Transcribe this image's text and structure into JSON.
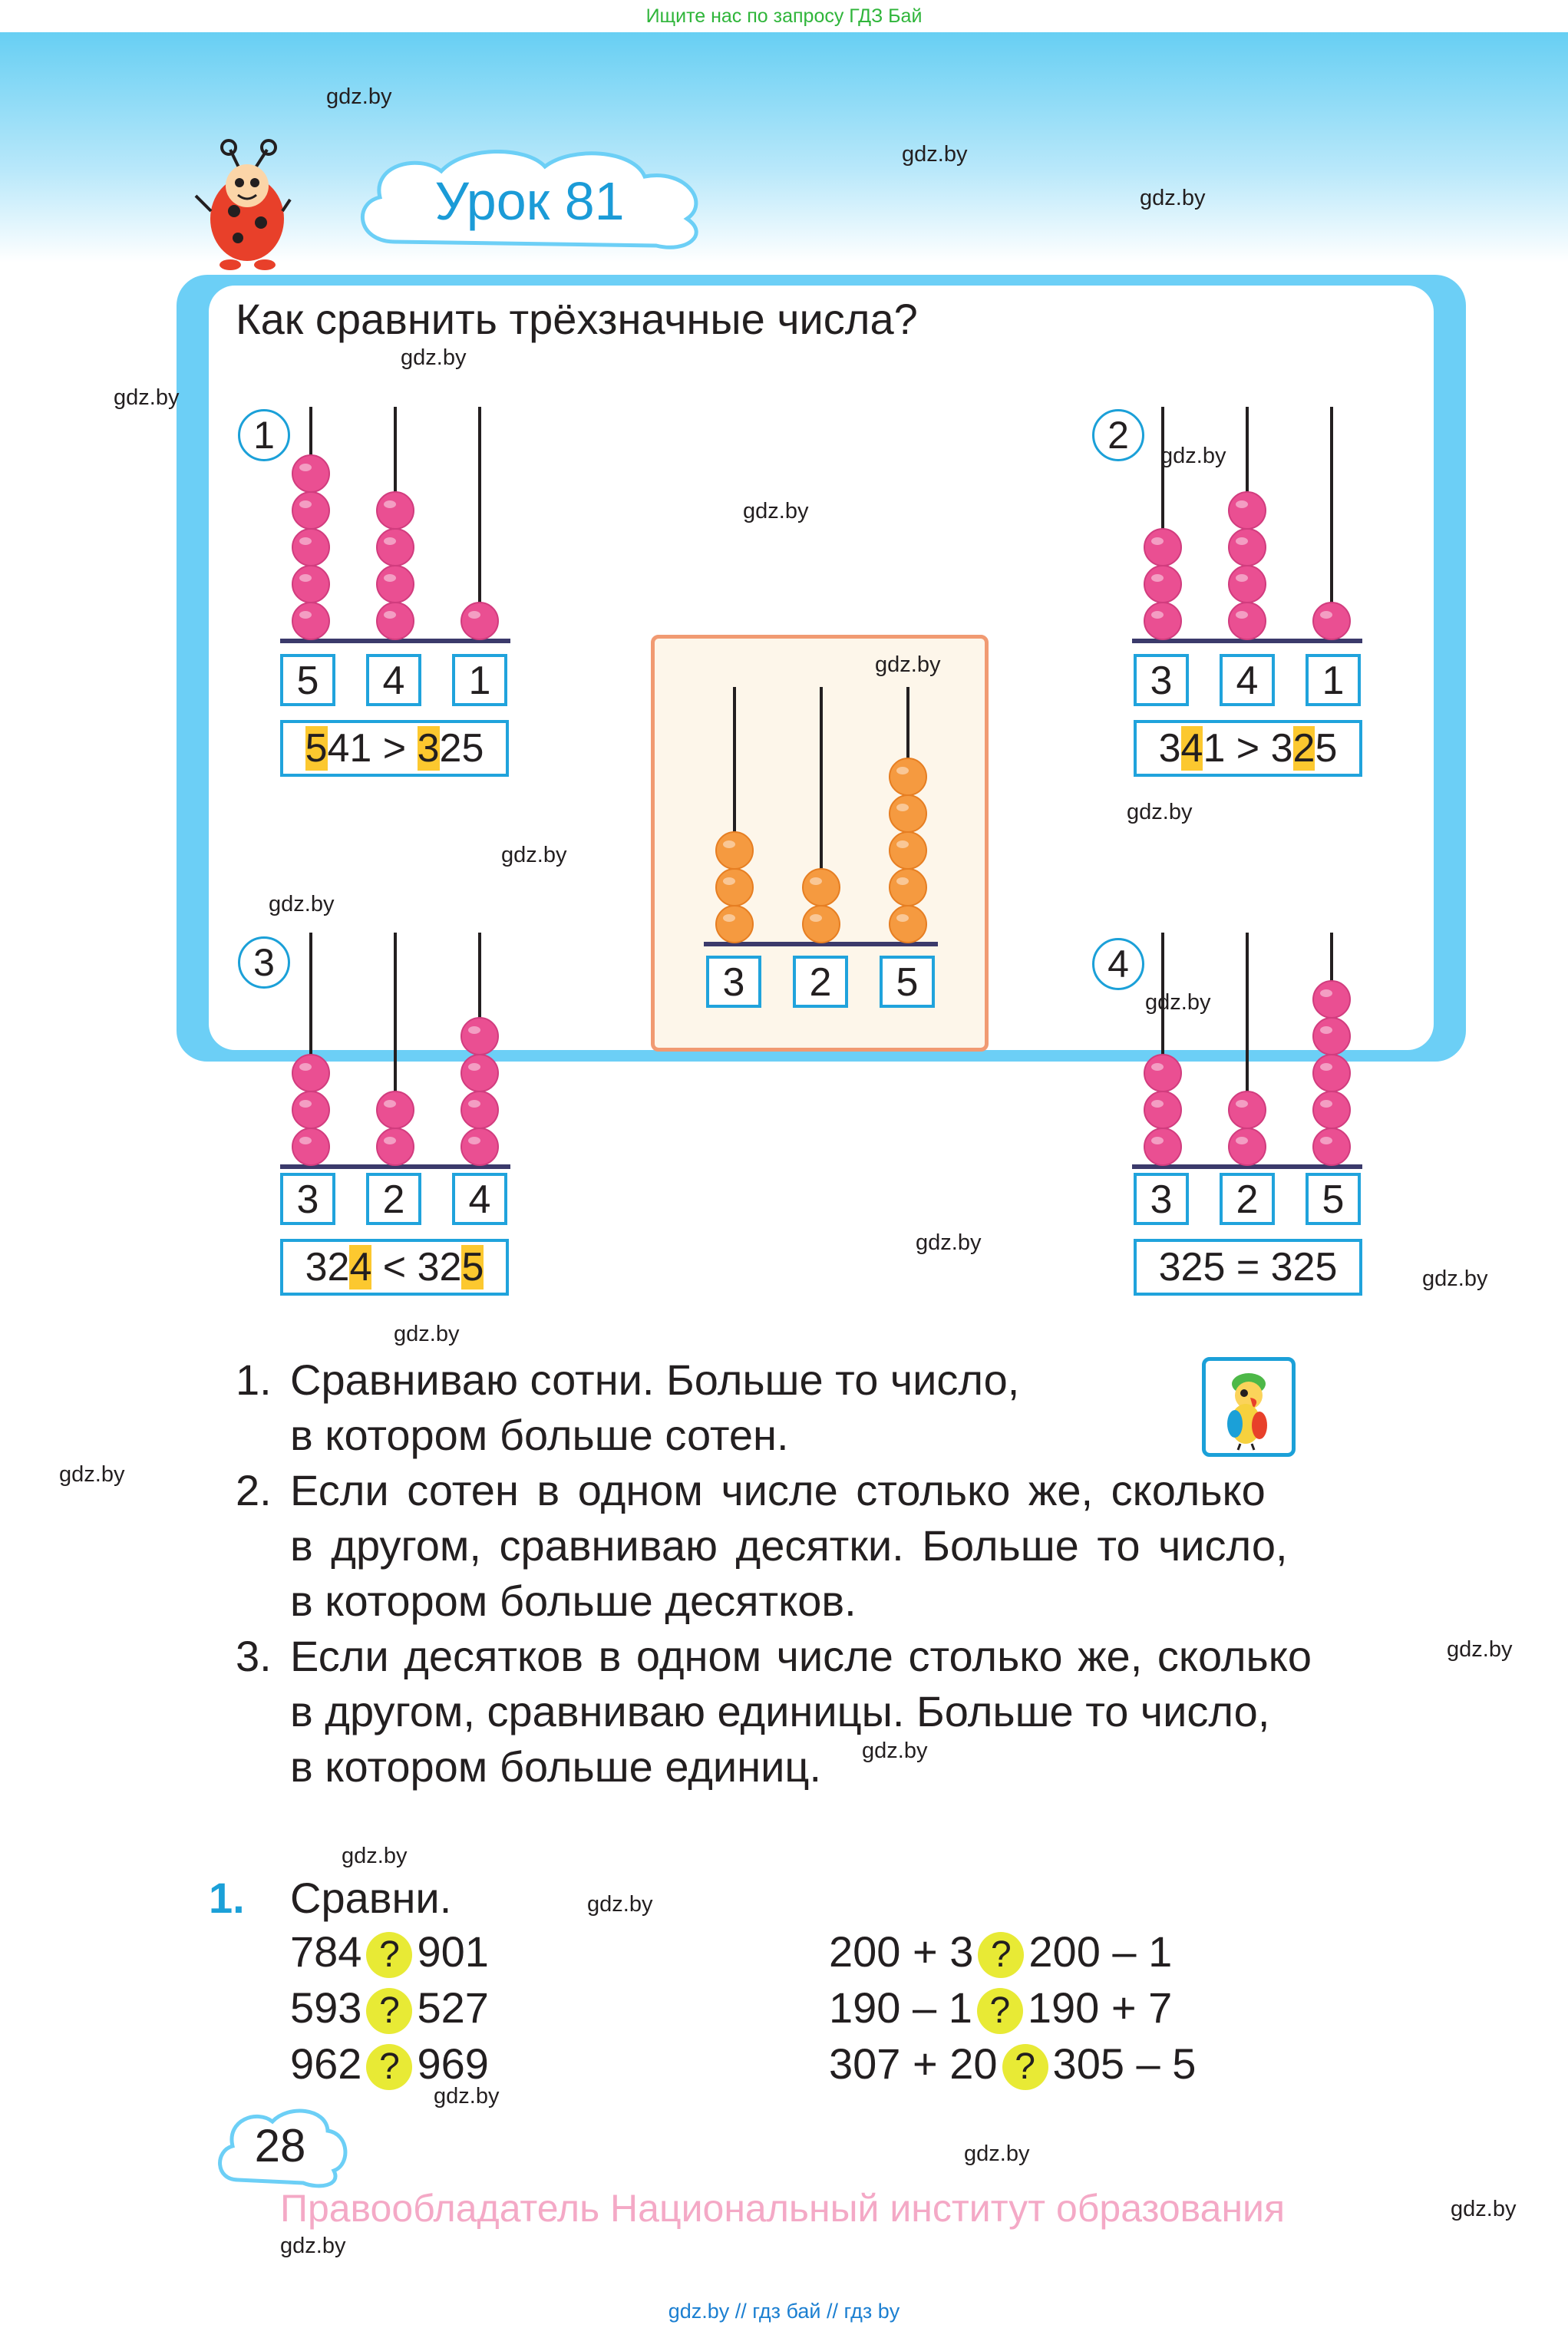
{
  "top_banner": "Ищите нас по запросу ГДЗ Бай",
  "lesson_title": "Урок 81",
  "heading": "Как сравнить трёхзначные числа?",
  "watermark": "gdz.by",
  "examples": [
    {
      "label": "1",
      "digits": [
        "5",
        "4",
        "1"
      ],
      "beads": [
        5,
        4,
        1
      ],
      "comparison": {
        "a1": "",
        "a2": "5",
        "a3": "41 > ",
        "a4": "3",
        "a5": "25"
      }
    },
    {
      "label": "2",
      "digits": [
        "3",
        "4",
        "1"
      ],
      "beads": [
        3,
        4,
        1
      ],
      "comparison": {
        "a1": "3",
        "a2": "4",
        "a3": "1 > 3",
        "a4": "2",
        "a5": "5"
      }
    },
    {
      "label": "3",
      "digits": [
        "3",
        "2",
        "4"
      ],
      "beads": [
        3,
        2,
        4
      ],
      "comparison": {
        "a1": "32",
        "a2": "4",
        "a3": " < 32",
        "a4": "5",
        "a5": ""
      }
    },
    {
      "label": "4",
      "digits": [
        "3",
        "2",
        "5"
      ],
      "beads": [
        3,
        2,
        5
      ],
      "comparison_text": "325 = 325"
    }
  ],
  "center_example": {
    "digits": [
      "3",
      "2",
      "5"
    ],
    "beads": [
      3,
      2,
      5
    ]
  },
  "rules": [
    {
      "num": "1.",
      "lines": [
        "Сравниваю сотни. Больше то число,",
        "в котором больше сотен."
      ]
    },
    {
      "num": "2.",
      "lines": [
        "Если сотен в одном числе столько же, сколько",
        "в другом, сравниваю десятки. Больше то число,",
        "в котором больше десятков."
      ]
    },
    {
      "num": "3.",
      "lines": [
        "Если десятков в одном числе столько же, сколько",
        "в другом, сравниваю единицы. Больше то число,",
        "в котором больше единиц."
      ]
    }
  ],
  "exercise": {
    "number": "1.",
    "title": "Сравни.",
    "left": [
      [
        "784",
        "901"
      ],
      [
        "593",
        "527"
      ],
      [
        "962",
        "969"
      ]
    ],
    "right": [
      [
        "200 + 3",
        "200 – 1"
      ],
      [
        "190 – 1",
        "190 + 7"
      ],
      [
        "307 + 20",
        "305 – 5"
      ]
    ],
    "mark": "?"
  },
  "page_number": "28",
  "copyright": "Правообладатель Национальный институт образования",
  "footer": "gdz.by  //  гдз бай  //  гдз by",
  "colors": {
    "accent_blue": "#1ba0d8",
    "bead_pink": "#ea4f92",
    "bead_orange": "#f59a40",
    "highlight": "#fcc82f",
    "question": "#e8ea35"
  }
}
